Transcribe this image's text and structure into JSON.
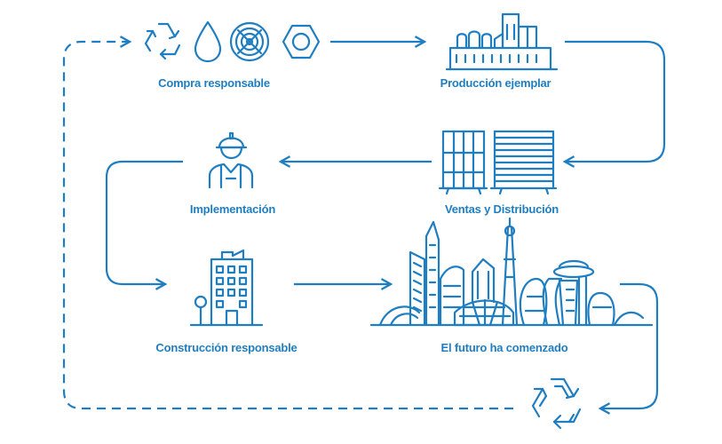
{
  "colors": {
    "primary": "#1f7ec1",
    "background": "#ffffff"
  },
  "stages": [
    {
      "label": "Compra responsable",
      "icon": "raw-materials-icons"
    },
    {
      "label": "Producción ejemplar",
      "icon": "factory-icon"
    },
    {
      "label": "Ventas y Distribución",
      "icon": "panel-stack-icon"
    },
    {
      "label": "Implementación",
      "icon": "worker-icon"
    },
    {
      "label": "Construcción responsable",
      "icon": "building-icon"
    },
    {
      "label": "El futuro ha comenzado",
      "icon": "city-skyline-icon"
    }
  ],
  "cycle_icon": "recycle-icon"
}
